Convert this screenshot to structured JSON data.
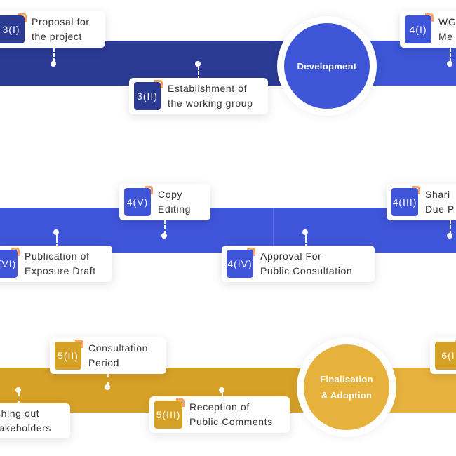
{
  "stages": {
    "development": {
      "label_line1": "Development",
      "color": "#3d55d6"
    },
    "finalisation": {
      "label_line1": "Finalisation",
      "label_line2": "& Adoption",
      "color": "#e7b23b"
    }
  },
  "steps": [
    {
      "code": "3(I)",
      "line1": "Proposal for",
      "line2": "the project"
    },
    {
      "code": "3(II)",
      "line1": "Establishment of",
      "line2": "the working group"
    },
    {
      "code": "4(I)",
      "line1": "WG",
      "line2": "Me"
    },
    {
      "code": "4(V)",
      "line1": "Copy",
      "line2": "Editing"
    },
    {
      "code": "4(III)",
      "line1": "Shari",
      "line2": "Due P"
    },
    {
      "code": "(VI)",
      "line1": "Publication of",
      "line2": "Exposure Draft"
    },
    {
      "code": "4(IV)",
      "line1": "Approval For",
      "line2": "Public Consultation"
    },
    {
      "code": "5(II)",
      "line1": "Consultation",
      "line2": "Period"
    },
    {
      "code": "6(I",
      "line1": "",
      "line2": ""
    },
    {
      "code": "5(III)",
      "line1": "Reception of",
      "line2": "Public Comments"
    },
    {
      "code": "",
      "line1": "ching out",
      "line2": "takeholders"
    }
  ],
  "colors": {
    "navy": "#2b3a93",
    "blue": "#3f55d9",
    "gold": "#d6a127",
    "gold_light": "#e7b23b"
  }
}
